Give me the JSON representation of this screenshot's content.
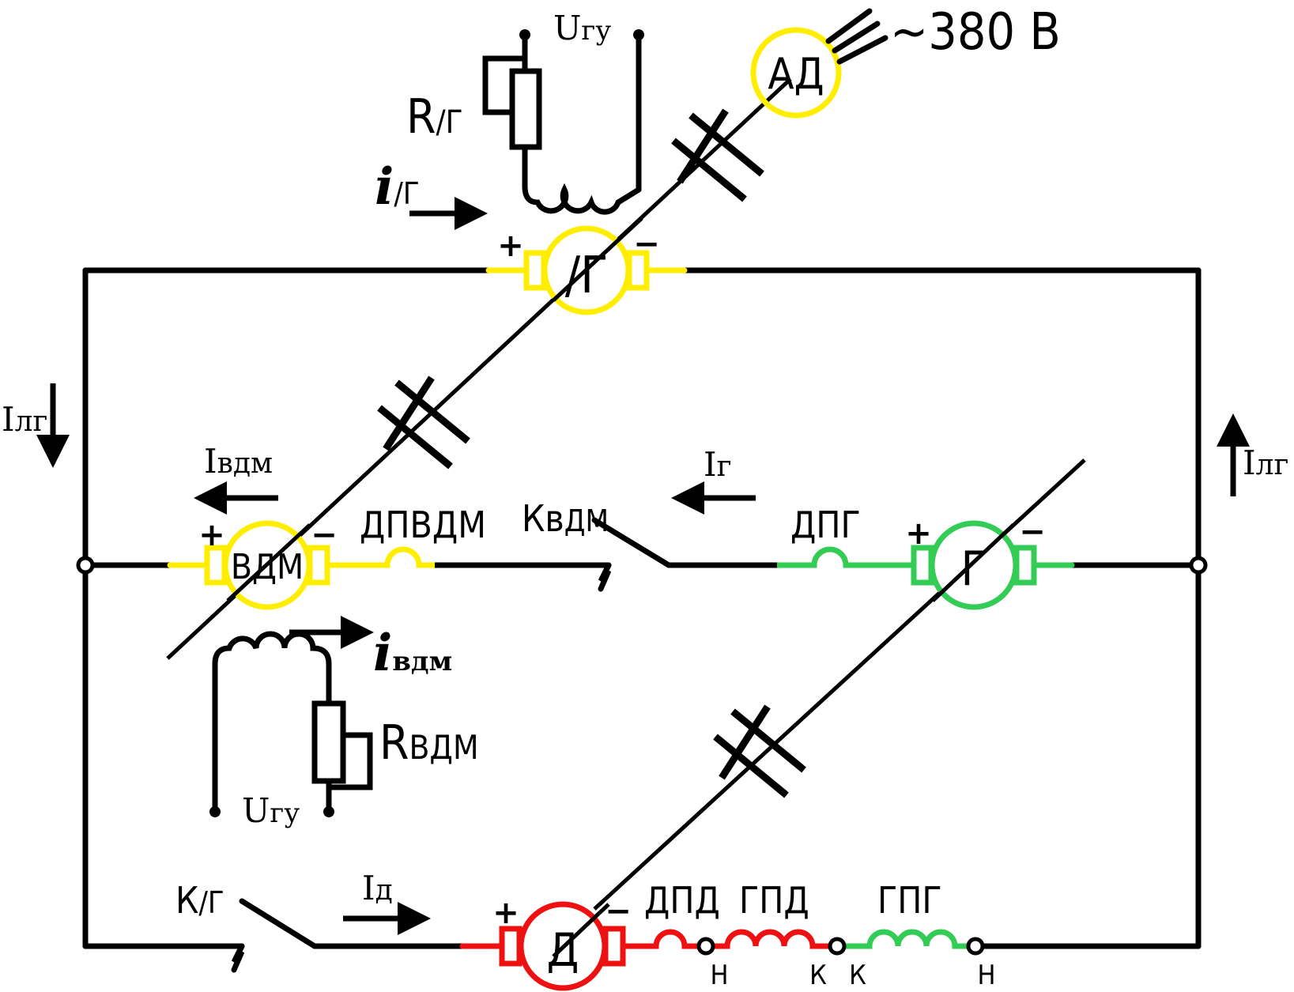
{
  "supply": {
    "label": "~380 В"
  },
  "machines": {
    "ad": {
      "label": "АД",
      "color": "#ffee00"
    },
    "lg": {
      "label": "/Г",
      "color": "#ffee00",
      "plus": "+",
      "minus": "−"
    },
    "vdm": {
      "label": "ВДМ",
      "color": "#ffee00",
      "plus": "+",
      "minus": "−"
    },
    "g": {
      "label": "Г",
      "color": "#33cc55",
      "plus": "+",
      "minus": "−"
    },
    "d": {
      "label": "Д",
      "color": "#ee1111",
      "plus": "+",
      "minus": "−"
    }
  },
  "windings": {
    "dpvdm": "ДПВДМ",
    "dpg": "ДПГ",
    "dpd": "ДПД",
    "gpd": "ГПД",
    "gpg": "ГПГ"
  },
  "switches": {
    "kvdm": "Кв",
    "kvdm_sub": "ДМ",
    "klg": "К",
    "klg_sub": "/Г"
  },
  "currents": {
    "ilg": "I",
    "ilg_sub": "лг",
    "ivdm": "I",
    "ivdm_sub": "вдм",
    "ig": "I",
    "ig_sub": "г",
    "id": "I",
    "id_sub": "д"
  },
  "field_top": {
    "resistor": "R",
    "resistor_sub": "/Г",
    "current": "i",
    "current_sub": "/Г",
    "supply": "U",
    "supply_sub": "гу"
  },
  "field_bottom": {
    "resistor": "R",
    "resistor_sub": "ВДМ",
    "current": "i",
    "current_sub": "вдм",
    "supply": "U",
    "supply_sub": "гу"
  },
  "terminals": {
    "n1": "Н",
    "k1": "К",
    "k2": "К",
    "n2": "Н"
  },
  "colors": {
    "wire": "#000000",
    "yellow": "#ffee00",
    "green": "#33cc55",
    "red": "#ee1111",
    "background": "#ffffff"
  }
}
